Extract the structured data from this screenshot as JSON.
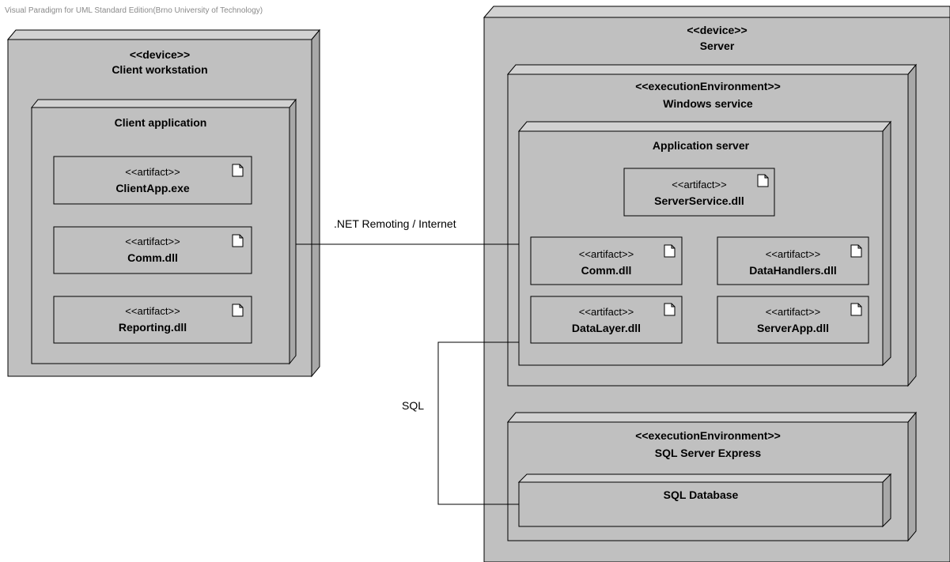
{
  "watermark": "Visual Paradigm for UML Standard Edition(Brno University of Technology)",
  "client_node": {
    "stereotype": "<<device>>",
    "name": "Client workstation",
    "inner": {
      "name": "Client application",
      "artifacts": [
        {
          "stereotype": "<<artifact>>",
          "name": "ClientApp.exe"
        },
        {
          "stereotype": "<<artifact>>",
          "name": "Comm.dll"
        },
        {
          "stereotype": "<<artifact>>",
          "name": "Reporting.dll"
        }
      ]
    }
  },
  "server_node": {
    "stereotype": "<<device>>",
    "name": "Server",
    "windows_service": {
      "stereotype": "<<executionEnvironment>>",
      "name": "Windows service",
      "app_server": {
        "name": "Application server",
        "artifacts": [
          {
            "stereotype": "<<artifact>>",
            "name": "ServerService.dll"
          },
          {
            "stereotype": "<<artifact>>",
            "name": "Comm.dll"
          },
          {
            "stereotype": "<<artifact>>",
            "name": "DataHandlers.dll"
          },
          {
            "stereotype": "<<artifact>>",
            "name": "DataLayer.dll"
          },
          {
            "stereotype": "<<artifact>>",
            "name": "ServerApp.dll"
          }
        ]
      }
    },
    "sql_server": {
      "stereotype": "<<executionEnvironment>>",
      "name": "SQL Server Express",
      "database": {
        "name": "SQL Database"
      }
    }
  },
  "connections": {
    "remoting_label": ".NET Remoting / Internet",
    "sql_label": "SQL"
  },
  "colors": {
    "node_fill": "#c0c0c0",
    "node_side": "#a8a8a8",
    "stroke": "#000000"
  }
}
